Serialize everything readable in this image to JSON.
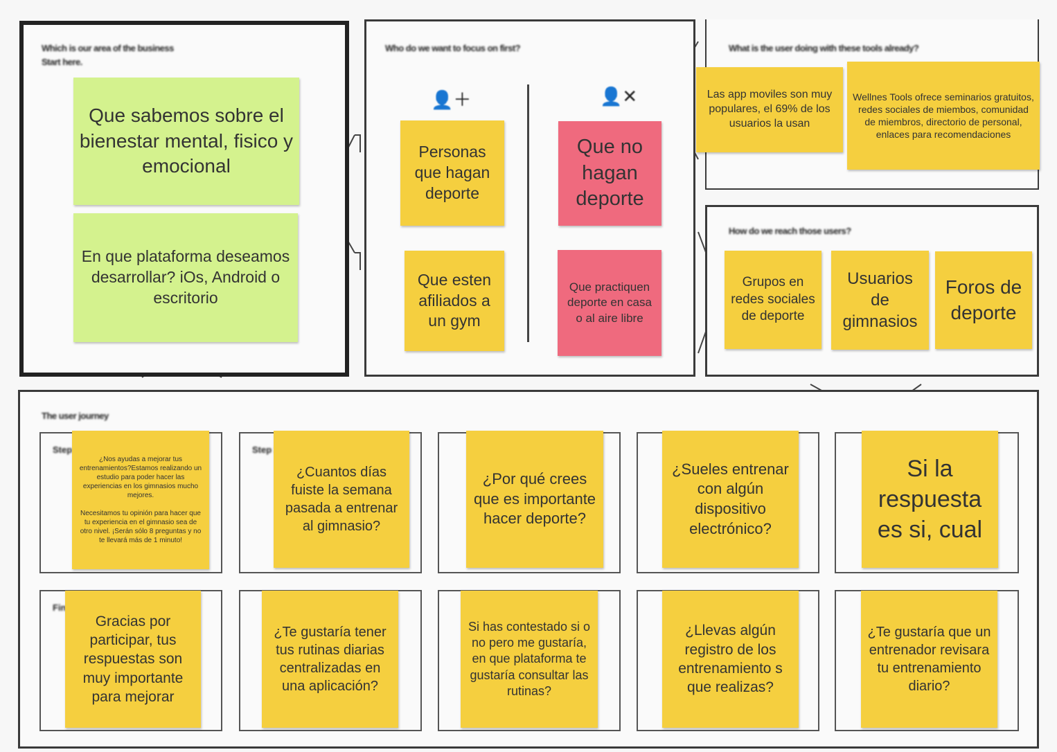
{
  "sections": {
    "challenge": {
      "title": "Which is our area of the business\nStart here."
    },
    "customers": {
      "title": "Who do we want to focus on first?"
    },
    "context": {
      "title": "What is the user doing with these tools already?"
    },
    "reach": {
      "title": "How do we reach those users?"
    },
    "timeline": {
      "title": "The user journey"
    }
  },
  "challenge_notes": [
    {
      "text": "Que sabemos sobre el bienestar mental, fisico y emocional"
    },
    {
      "text": "En que plataforma deseamos desarrollar? iOs, Android o escritorio"
    }
  ],
  "customer_notes": {
    "yes": [
      {
        "text": "Personas que hagan deporte"
      },
      {
        "text": "Que esten afiliados a un gym"
      }
    ],
    "no": [
      {
        "text": "Que no hagan deporte"
      },
      {
        "text": "Que practiquen deporte en casa o al aire libre"
      }
    ]
  },
  "context_notes": [
    {
      "text": "Las app moviles son muy populares, el 69% de los usuarios la usan"
    },
    {
      "text": "Wellnes Tools ofrece seminarios gratuitos, redes sociales de miembos, comunidad de miembros, directorio de personal, enlaces para recomendaciones"
    }
  ],
  "reach_notes": [
    {
      "text": "Grupos en redes sociales de deporte"
    },
    {
      "text": "Usuarios de gimnasios"
    },
    {
      "text": "Foros de deporte"
    }
  ],
  "steps_row1": [
    {
      "label": "Step 1",
      "note": "¿Nos ayudas a mejorar tus entrenamientos?Estamos realizando un estudio para poder hacer las experiencias en los gimnasios mucho mejores.\n\nNecesitamos tu opinión para hacer que tu experiencia en el gimnasio sea de otro nivel. ¡Serán sólo 8 preguntas y no te llevará más de 1 minuto!"
    },
    {
      "label": "Step 2",
      "note": "¿Cuantos días fuiste la semana pasada  a entrenar al gimnasio?"
    },
    {
      "label": "",
      "note": "¿Por qué crees que es importante hacer deporte?"
    },
    {
      "label": "",
      "note": "¿Sueles entrenar con algún dispositivo electrónico?"
    },
    {
      "label": "",
      "note": "Si la respuesta es si, cual"
    }
  ],
  "steps_row2": [
    {
      "label": "Final",
      "note": "Gracias por participar, tus respuestas son muy importante para mejorar"
    },
    {
      "label": "",
      "note": "¿Te gustaría tener tus rutinas diarias centralizadas en una aplicación?"
    },
    {
      "label": "",
      "note": "Si has contestado si o no pero me gustaría, en que plataforma te gustaría consultar las rutinas?"
    },
    {
      "label": "",
      "note": "¿Llevas algún registro de los entrenamiento s que realizas?"
    },
    {
      "label": "",
      "note": "¿Te gustaría que un entrenador revisara tu entrenamiento diario?"
    }
  ],
  "icons": {
    "yes": "user-plus-icon",
    "no": "user-x-icon"
  },
  "colors": {
    "green": "#d4f28e",
    "yellow": "#f5cf3f",
    "red": "#ef6a7e"
  }
}
